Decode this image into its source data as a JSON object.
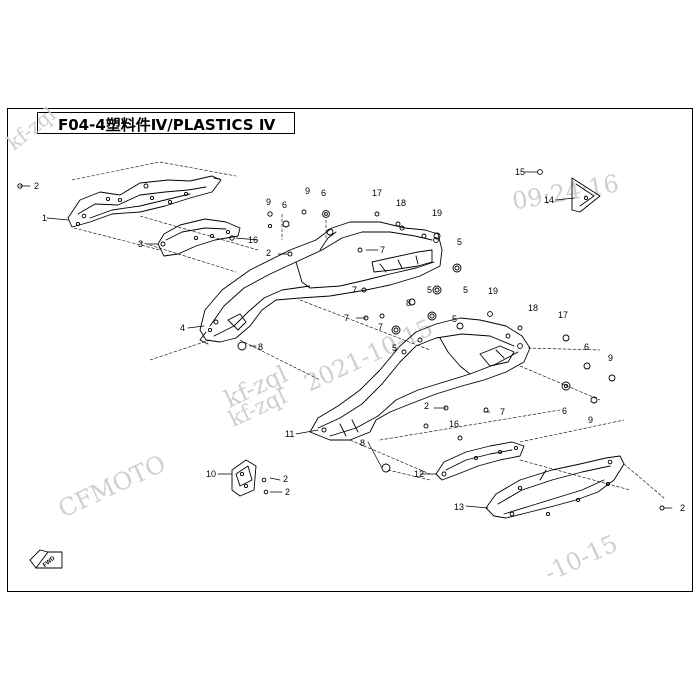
{
  "title": "F04-4塑料件Ⅳ/PLASTICS Ⅳ",
  "watermarks": {
    "brand": "CFMOTO",
    "user_a": "kf-zql",
    "user_b": "kf-zql",
    "user_c": "kf-zql",
    "date": "2021-10-15",
    "time": "09:24:16",
    "date_tail": "-10-15"
  },
  "fwd_label": "FWD",
  "callouts": [
    "1",
    "2",
    "3",
    "4",
    "5",
    "6",
    "7",
    "8",
    "9",
    "10",
    "11",
    "12",
    "13",
    "14",
    "15",
    "16",
    "17",
    "18",
    "19"
  ]
}
